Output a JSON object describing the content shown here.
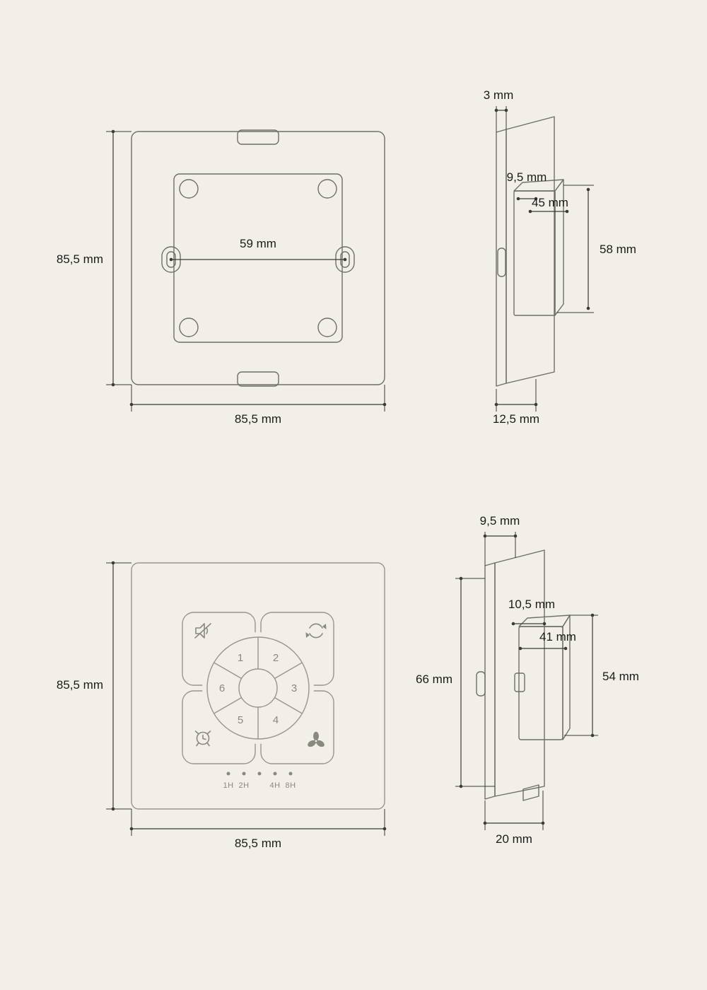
{
  "page": {
    "background_color": "#f2efe9",
    "line_color": "#6f6e68",
    "dimension_color": "#3c3b36",
    "text_color": "#1c1b17"
  },
  "backplate_front": {
    "dim_height": "85,5 mm",
    "dim_width": "85,5 mm",
    "dim_hole_spacing": "59 mm"
  },
  "backplate_side": {
    "dim_plate_thickness": "3 mm",
    "dim_box_depth": "9,5 mm",
    "dim_box_width": "45 mm",
    "dim_box_height": "58 mm",
    "dim_base_depth": "12,5 mm"
  },
  "switch_front": {
    "dim_height": "85,5 mm",
    "dim_width": "85,5 mm",
    "buttons": [
      "1",
      "2",
      "3",
      "4",
      "5",
      "6"
    ],
    "timer_labels": [
      "1H",
      "2H",
      "4H",
      "8H"
    ],
    "icons": [
      "mute-icon",
      "cycle-icon",
      "alarm-icon",
      "fan-icon"
    ]
  },
  "switch_side": {
    "dim_frame_depth": "9,5 mm",
    "dim_button_depth": "10,5 mm",
    "dim_button_width": "41 mm",
    "dim_height": "66 mm",
    "dim_button_height": "54 mm",
    "dim_total_depth": "20 mm"
  }
}
